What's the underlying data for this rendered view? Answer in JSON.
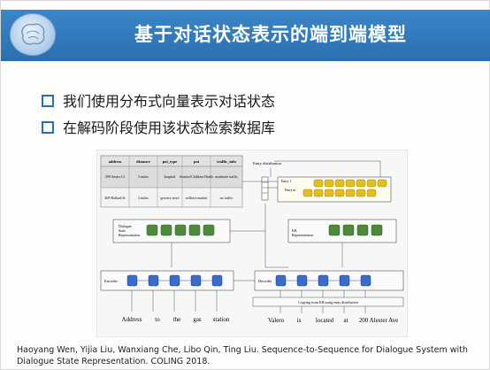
{
  "slide": {
    "title": "基于对话状态表示的端到端模型",
    "bullets": [
      "我们使用分布式向量表示对话状态",
      "在解码阶段使用该状态检索数据库"
    ],
    "reference_line1": "Haoyang Wen, Yijia Liu, Wanxiang Che, Libo Qin, Ting Liu. Sequence-to-Sequence for Dialogue System with",
    "reference_line2": "Dialogue State Representation. COLING 2018."
  },
  "figure": {
    "kb_table": {
      "headers": [
        "address",
        "distance",
        "poi_type",
        "poi",
        "traffic_info"
      ],
      "rows": [
        [
          "399 Amers Ct",
          "5 miles",
          "hospital",
          "Stanford Childrens Health",
          "moderate traffic"
        ],
        [
          "409 Bollard St",
          "3 miles",
          "grocery store",
          "willows market",
          "no traffic"
        ]
      ]
    },
    "labels": {
      "entry_distribution": "Entry distribution",
      "entry1": "Entry 1",
      "entry_m": "Entry m",
      "dialogue_state": "Dialogue State Representation",
      "kb_representation": "KB Representation",
      "encoder": "Encoder",
      "decoder": "Decoder",
      "copy_note": "Copying from KB using entry distribution"
    },
    "input_words": [
      "Address",
      "to",
      "the",
      "gas",
      "station"
    ],
    "output_words": [
      "Valero",
      "is",
      "located",
      "at",
      "200 Alester Ave"
    ]
  }
}
